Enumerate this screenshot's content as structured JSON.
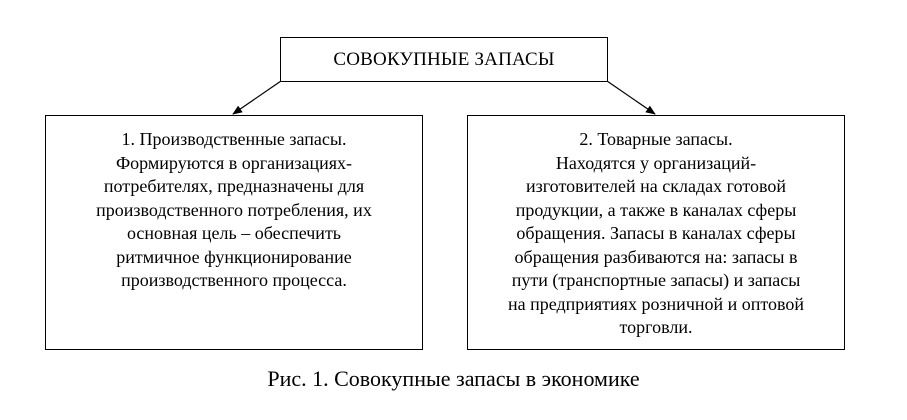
{
  "diagram": {
    "top": {
      "title": "СОВОКУПНЫЕ ЗАПАСЫ"
    },
    "left": {
      "lines": [
        "1. Производственные запасы.",
        "Формируются в организациях-",
        "потребителях, предназначены для",
        "производственного потребления, их",
        "основная цель – обеспечить",
        "ритмичное функционирование",
        "производственного процесса."
      ]
    },
    "right": {
      "lines": [
        "2. Товарные запасы.",
        "Находятся у организаций-",
        "изготовителей на складах готовой",
        "продукции, а также в каналах сферы",
        "обращения. Запасы в каналах сферы",
        "обращения разбиваются на: запасы в",
        "пути (транспортные запасы) и запасы",
        "на предприятиях розничной и оптовой",
        "торговли."
      ]
    }
  },
  "caption": "Рис. 1. Совокупные запасы в экономике"
}
